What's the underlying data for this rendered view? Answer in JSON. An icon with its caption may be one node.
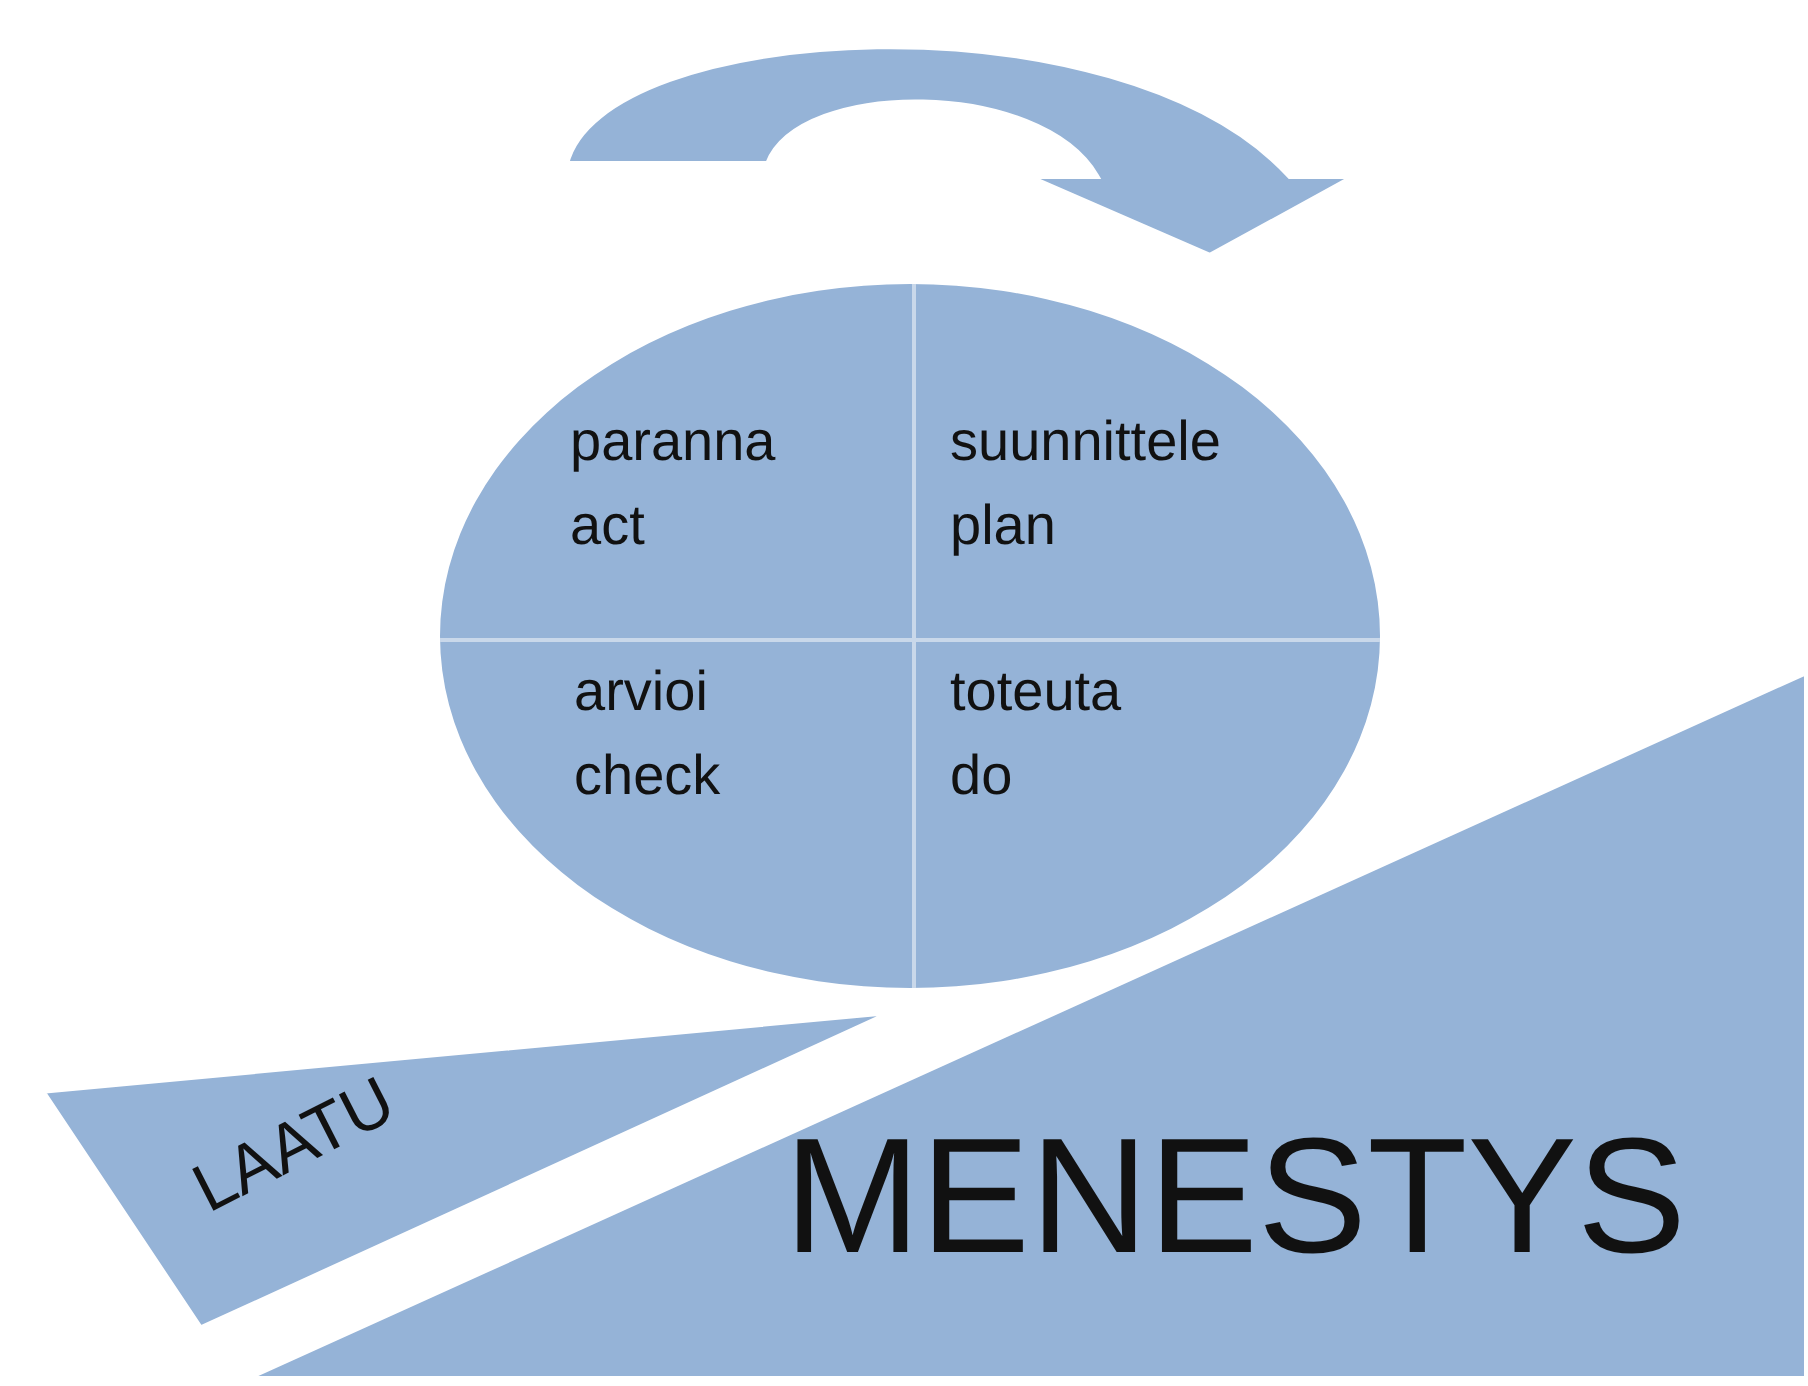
{
  "diagram": {
    "nodes": [
      {
        "text": [],
        "shape": "circle"
      },
      {
        "text": [
          "paranna",
          "act"
        ],
        "in": 0
      },
      {
        "text": [
          "suunnittele",
          "plan"
        ],
        "in": 0
      },
      {
        "text": [
          "arvioi",
          "check"
        ],
        "in": 0
      },
      {
        "text": [
          "toteuta",
          "do"
        ],
        "in": 0
      },
      {
        "text": [
          "LAATU"
        ]
      },
      {
        "text": [
          "MENESTYS"
        ]
      }
    ],
    "edges": []
  }
}
